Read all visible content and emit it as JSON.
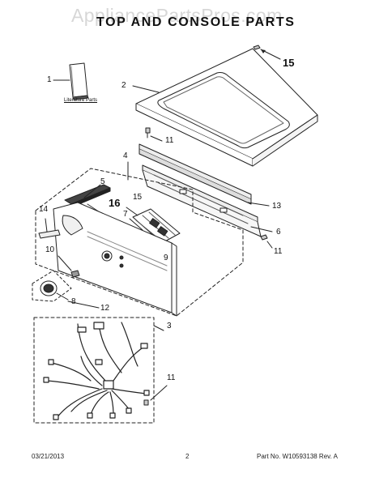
{
  "watermark": "AppliancePartsPros.com",
  "title": "TOP AND CONSOLE PARTS",
  "literature_label": "Literature Parts",
  "callouts": {
    "c1": "1",
    "c2": "2",
    "c3": "3",
    "c4": "4",
    "c5": "5",
    "c6": "6",
    "c7": "7",
    "c8": "8",
    "c9": "9",
    "c10": "10",
    "c11a": "11",
    "c11b": "11",
    "c11c": "11",
    "c12": "12",
    "c13": "13",
    "c14": "14",
    "c15a": "15",
    "c15b": "15",
    "c16": "16"
  },
  "footer": {
    "date": "03/21/2013",
    "page": "2",
    "part_number": "Part No. W10593138  Rev. A"
  },
  "colors": {
    "line": "#222222",
    "watermark": "#969696"
  }
}
